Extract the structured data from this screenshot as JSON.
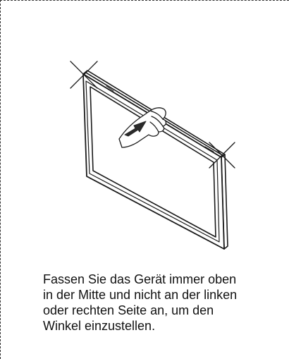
{
  "instruction": {
    "caption": "Fassen Sie das Gerät immer oben\nin der Mitte und nicht an der linken\noder rechten Seite an, um den\nWinkel einzustellen."
  },
  "illustration": {
    "subject": "tv-panel-angle-adjust",
    "line_color": "#1a1a1a",
    "cross_marks": 2,
    "hand_icon": "hand-gripping-top-center-icon",
    "arrow_icon": "tilt-direction-arrow-icon"
  }
}
